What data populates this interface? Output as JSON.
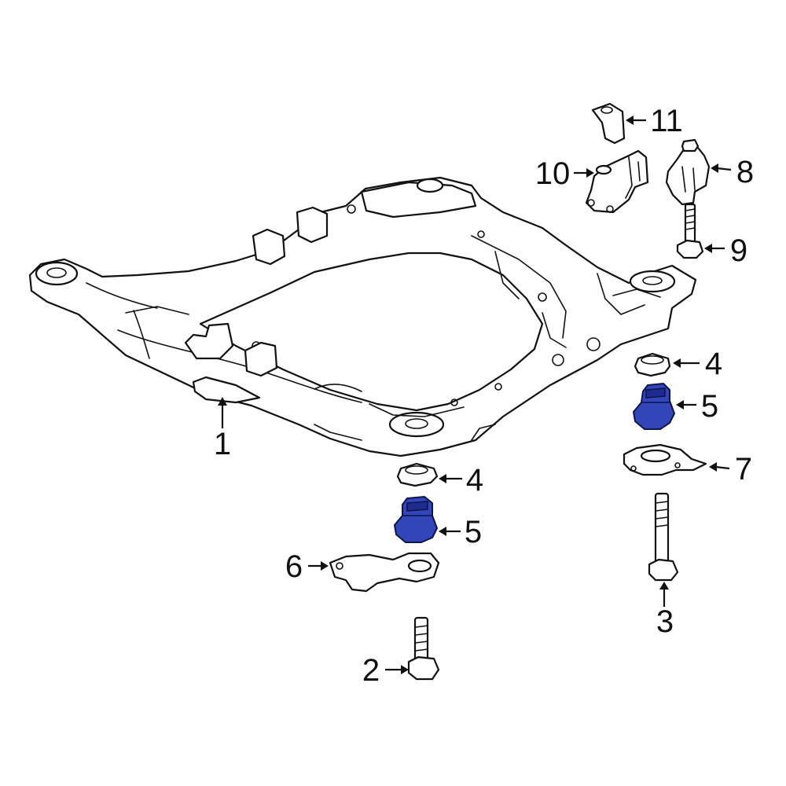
{
  "callouts": [
    {
      "id": "c1",
      "label": "1"
    },
    {
      "id": "c2",
      "label": "2"
    },
    {
      "id": "c3",
      "label": "3"
    },
    {
      "id": "c4a",
      "label": "4"
    },
    {
      "id": "c4b",
      "label": "4"
    },
    {
      "id": "c5a",
      "label": "5"
    },
    {
      "id": "c5b",
      "label": "5"
    },
    {
      "id": "c6",
      "label": "6"
    },
    {
      "id": "c7",
      "label": "7"
    },
    {
      "id": "c8",
      "label": "8"
    },
    {
      "id": "c9",
      "label": "9"
    },
    {
      "id": "c10",
      "label": "10"
    },
    {
      "id": "c11",
      "label": "11"
    }
  ],
  "colors": {
    "line": "#111111",
    "highlight": "#3346b8",
    "background": "#ffffff"
  }
}
